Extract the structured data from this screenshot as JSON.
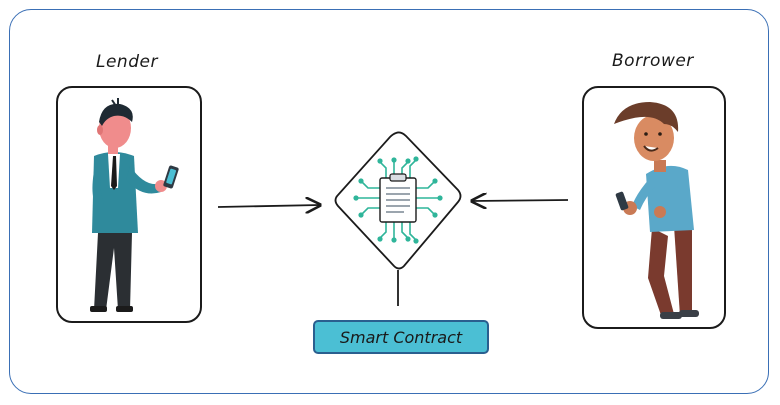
{
  "lender": {
    "label": "Lender"
  },
  "borrower": {
    "label": "Borrower"
  },
  "contract": {
    "label": "Smart Contract"
  },
  "colors": {
    "frame": "#3a6fb5",
    "contract_fill": "#4bbfd4",
    "circuit": "#2fb59a",
    "lender_suit": "#2f8a9c",
    "borrower_shirt": "#5aa8c9",
    "borrower_pants": "#7a3a2e"
  }
}
